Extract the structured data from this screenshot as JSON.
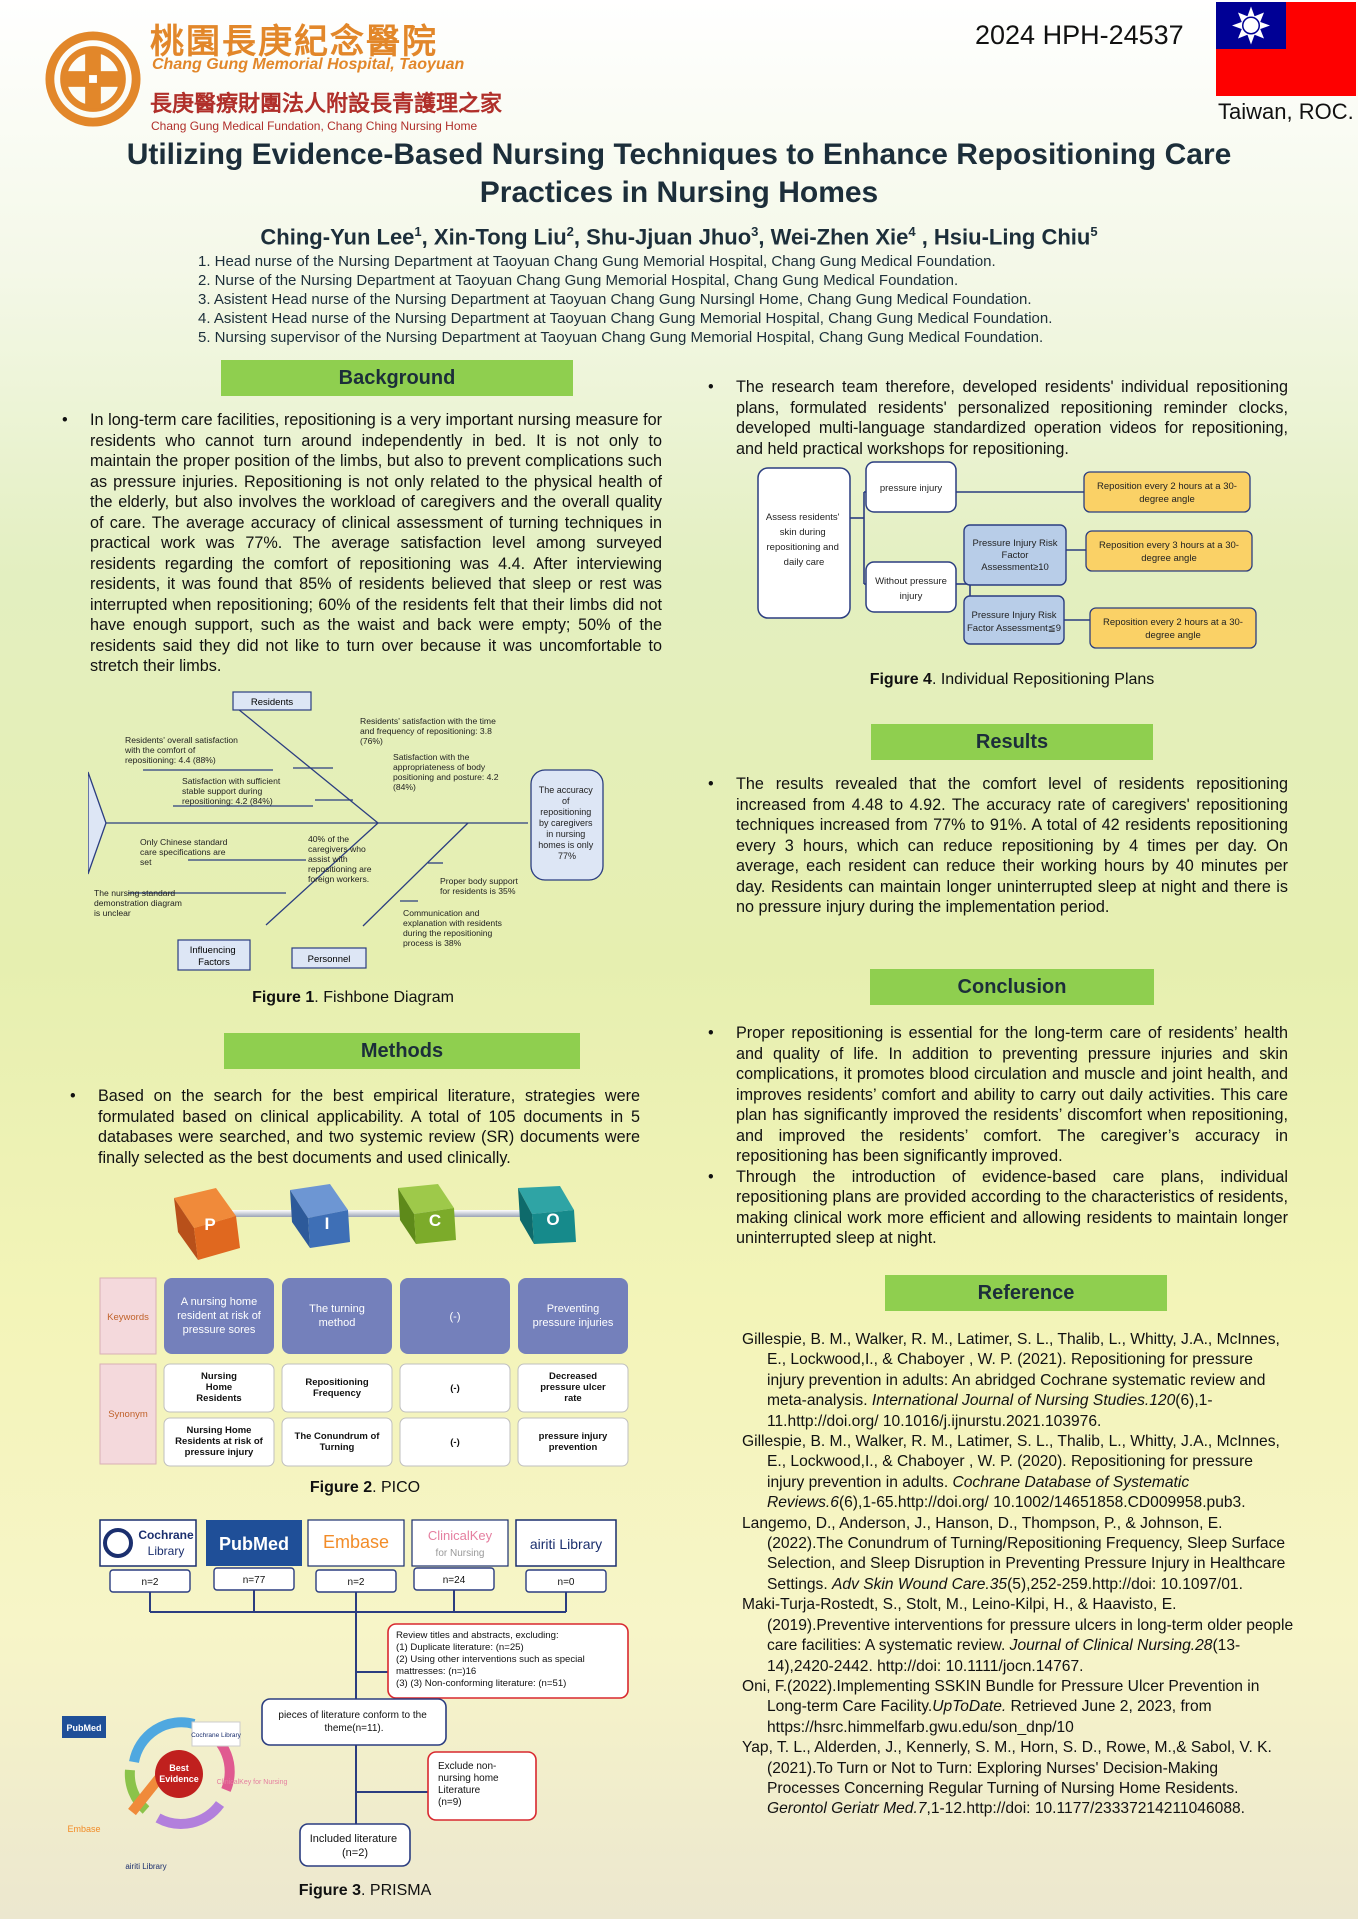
{
  "header": {
    "hospital_cn": "桃園長庚紀念醫院",
    "hospital_en": "Chang Gung Memorial Hospital, Taoyuan",
    "foundation_cn": "長庚醫療財團法人附設長青護理之家",
    "foundation_en": "Chang Gung Medical Fundation, Chang Ching Nursing Home",
    "conference_id": "2024 HPH-24537",
    "country": "Taiwan, ROC.",
    "flag_icon": "taiwan-flag-icon",
    "logo_icon": "chang-gung-logo-icon"
  },
  "title": "Utilizing Evidence-Based Nursing Techniques to Enhance Repositioning Care Practices in Nursing Homes",
  "authors": [
    {
      "name": "Ching-Yun Lee",
      "sup": "1"
    },
    {
      "name": "Xin-Tong Liu",
      "sup": "2"
    },
    {
      "name": "Shu-Jjuan Jhuo",
      "sup": "3"
    },
    {
      "name": "Wei-Zhen Xie",
      "sup": "4"
    },
    {
      "name": "Hsiu-Ling Chiu",
      "sup": "5"
    }
  ],
  "affiliations": [
    "1. Head nurse of the Nursing Department at Taoyuan Chang Gung Memorial Hospital, Chang Gung Medical Foundation.",
    "2. Nurse of the Nursing Department at Taoyuan Chang Gung Memorial Hospital, Chang Gung Medical Foundation.",
    "3. Asistent Head nurse of the Nursing Department at Taoyuan Chang Gung Nursingl Home, Chang Gung Medical Foundation.",
    "4. Asistent Head nurse of the Nursing Department at Taoyuan Chang Gung Memorial Hospital, Chang Gung Medical Foundation.",
    "5. Nursing supervisor of the Nursing Department at Taoyuan Chang Gung Memorial Hospital, Chang Gung Medical Foundation."
  ],
  "background": {
    "heading": "Background",
    "text": "In long-term care facilities, repositioning is a very important nursing measure for residents who cannot turn around independently in bed. It is not only to maintain the proper position of the limbs, but also to prevent complications such as pressure injuries. Repositioning is not only related to the physical health of the elderly, but also involves the workload of caregivers and the overall quality of care. The average accuracy of clinical assessment of turning techniques in practical work was 77%. The average satisfaction level among surveyed residents regarding the comfort of repositioning was 4.4. After interviewing residents, it was found that 85% of residents believed that sleep or rest was interrupted when repositioning; 60% of the residents felt that their limbs did not have enough support, such as the waist and back were empty; 50% of the residents said they did not like to turn over because it was uncomfortable to stretch their limbs."
  },
  "fishbone": {
    "caption_bold": "Figure 1",
    "caption_rest": ". Fishbone Diagram",
    "head": [
      "The accuracy",
      "of",
      "repositioning",
      "by caregivers",
      "in nursing",
      "homes is only",
      "77%"
    ],
    "boxes": {
      "residents": "Residents",
      "influencing": [
        "Influencing",
        "Factors"
      ],
      "personnel": "Personnel"
    },
    "labels": {
      "time": [
        "Residents' satisfaction with the time",
        "and frequency of repositioning: 3.8",
        "(76%)"
      ],
      "overall": [
        "Residents' overall satisfaction",
        "with the comfort of",
        "repositioning: 4.4 (88%)"
      ],
      "approp": [
        "Satisfaction with the",
        "appropriateness of body",
        "positioning and posture: 4.2",
        "(84%)"
      ],
      "support": [
        "Satisfaction with sufficient",
        "stable support during",
        "repositioning: 4.2 (84%)"
      ],
      "chinese": [
        "Only Chinese standard",
        "care specifications are",
        "set"
      ],
      "foreign": [
        "40% of the",
        "caregivers who",
        "assist with",
        "repositioning are",
        "foreign workers."
      ],
      "demo": [
        "The nursing standard",
        "demonstration diagram",
        "is unclear"
      ],
      "body": [
        "Proper body support",
        "for residents is 35%"
      ],
      "comm": [
        "Communication and",
        "explanation with residents",
        "during the repositioning",
        "process is 38%"
      ]
    }
  },
  "methods": {
    "heading": "Methods",
    "text": "Based on the search for the best empirical literature, strategies were formulated based on clinical applicability. A total of 105 documents in 5 databases were searched, and two systemic review (SR) documents were finally selected as the best documents and used clinically."
  },
  "pico": {
    "caption_bold": "Figure 2",
    "caption_rest": ". PICO",
    "letters": [
      "P",
      "I",
      "C",
      "O"
    ],
    "row_keywords": "Keywords",
    "row_synonym": "Synonym",
    "keywords": [
      [
        "A nursing home",
        "resident at risk of",
        "pressure sores"
      ],
      [
        "The turning",
        "method"
      ],
      [
        "(-)"
      ],
      [
        "Preventing",
        "pressure injuries"
      ]
    ],
    "synonyms_1": [
      [
        "Nursing",
        "Home",
        "Residents"
      ],
      [
        "Repositioning",
        "Frequency"
      ],
      [
        "(-)"
      ],
      [
        "Decreased",
        "pressure ulcer",
        "rate"
      ]
    ],
    "synonyms_2": [
      [
        "Nursing Home",
        "Residents at risk of",
        "pressure injury"
      ],
      [
        "The Conundrum of",
        "Turning"
      ],
      [
        "(-)"
      ],
      [
        "pressure injury",
        "prevention"
      ]
    ]
  },
  "prisma": {
    "caption_bold": "Figure 3",
    "caption_rest": ". PRISMA",
    "databases": [
      "Cochrane Library",
      "PubMed",
      "Embase",
      "ClinicalKey for Nursing",
      "airiti Library"
    ],
    "counts": [
      "n=2",
      "n=77",
      "n=2",
      "n=24",
      "n=0"
    ],
    "exclusion": [
      "Review titles and abstracts, excluding:",
      "(1)  Duplicate literature: (n=25)",
      "(2)  Using other interventions such as special",
      "       mattresses: (n=)16",
      "(3)  (3) Non-conforming literature: (n=51)"
    ],
    "conform": [
      "pieces of literature conform to the",
      "theme(n=11)."
    ],
    "exclude_nonnursing": [
      "Exclude non-",
      "nursing home",
      "Literature",
      "(n=9)"
    ],
    "included": [
      "Included literature",
      "(n=2)"
    ],
    "best_evidence": [
      "Best",
      "Evidence"
    ],
    "wheel_labels": [
      "PubMed",
      "Cochrane Library",
      "ClinicalKey for Nursing",
      "airiti Library",
      "Embase"
    ]
  },
  "research": {
    "text": "The research team therefore, developed residents' individual repositioning plans, formulated residents' personalized repositioning reminder clocks, developed multi-language standardized operation videos for repositioning, and held practical workshops for repositioning."
  },
  "plans": {
    "caption_bold": "Figure 4",
    "caption_rest": ". Individual Repositioning Plans",
    "assess": [
      "Assess residents'",
      "skin during",
      "repositioning and",
      "daily care"
    ],
    "pressure_injury": "pressure injury",
    "without": [
      "Without pressure",
      "injury"
    ],
    "risk_high": [
      "Pressure Injury Risk",
      "Factor",
      "Assessment≥10"
    ],
    "risk_low": [
      "Pressure Injury Risk",
      "Factor Assessment≦9"
    ],
    "rep_1": [
      "Reposition every 2 hours at a 30-",
      "degree angle"
    ],
    "rep_2": [
      "Reposition every 3 hours at a 30-",
      "degree angle"
    ],
    "rep_3": [
      "Reposition every 2 hours at a 30-",
      "degree angle"
    ]
  },
  "results": {
    "heading": "Results",
    "text": "The results revealed that the comfort level of residents repositioning increased from 4.48 to 4.92. The accuracy rate of caregivers' repositioning techniques increased from 77% to 91%. A total of 42 residents repositioning every 3 hours, which can reduce repositioning by 4 times per day. On average, each resident can reduce their working hours by 40 minutes per day. Residents can maintain longer uninterrupted sleep at night and there is no pressure injury during the implementation period."
  },
  "conclusion": {
    "heading": "Conclusion",
    "items": [
      "Proper repositioning is essential for the long-term care of residents’ health and quality of life. In addition to preventing pressure injuries and skin complications, it promotes blood circulation and muscle and joint health, and improves residents’ comfort and ability to carry out daily activities. This care plan has significantly improved the residents’ discomfort when repositioning, and improved the residents’ comfort. The caregiver’s accuracy in repositioning has been significantly improved.",
      "Through the introduction of evidence-based care plans, individual repositioning plans are provided according to the characteristics of residents, making clinical work more efficient and allowing residents to maintain longer uninterrupted sleep at night."
    ]
  },
  "reference": {
    "heading": "Reference",
    "items": [
      {
        "a": "Gillespie, B. M., Walker, R. M., Latimer, S. L., Thalib, L., Whitty, J.A., McInnes, E., Lockwood,I., & Chaboyer , W. P. (2021). Repositioning for pressure injury prevention in adults: An abridged Cochrane systematic review and meta-analysis. ",
        "i": "International Journal of Nursing Studies.120",
        "b": "(6),1-11.http://doi.org/ 10.1016/j.ijnurstu.2021.103976."
      },
      {
        "a": "Gillespie, B. M., Walker, R. M., Latimer, S. L., Thalib, L., Whitty, J.A., McInnes, E., Lockwood,I.,  & Chaboyer , W. P. (2020). Repositioning for pressure injury prevention in adults. ",
        "i": "Cochrane Database of Systematic Reviews.6",
        "b": "(6),1-65.http://doi.org/ 10.1002/14651858.CD009958.pub3."
      },
      {
        "a": "Langemo, D., Anderson, J., Hanson, D., Thompson, P., & Johnson, E.(2022).The Conundrum of Turning/Repositioning Frequency, Sleep Surface Selection, and Sleep Disruption in Preventing Pressure Injury in Healthcare Settings. ",
        "i": "Adv Skin Wound Care.35",
        "b": "(5),252-259.http://doi: 10.1097/01."
      },
      {
        "a": "Maki-Turja-Rostedt, S., Stolt, M., Leino-Kilpi, H., & Haavisto, E.(2019).Preventive interventions for pressure ulcers in long-term older people care facilities: A systematic review. ",
        "i": "Journal of Clinical Nursing.28",
        "b": "(13-14),2420-2442. http://doi: 10.1111/jocn.14767."
      },
      {
        "a": "Oni, F.(2022).Implementing SSKIN Bundle for Pressure Ulcer Prevention in Long-term Care Facility.",
        "i": "UpToDate.",
        "b": " Retrieved June 2, 2023, from https://hsrc.himmelfarb.gwu.edu/son_dnp/10"
      },
      {
        "a": "Yap, T. L., Alderden, J., Kennerly, S. M., Horn, S. D., Rowe, M.,& Sabol, V. K.(2021).To Turn or Not to Turn: Exploring Nurses' Decision-Making Processes Concerning Regular Turning of Nursing Home Residents. ",
        "i": "Gerontol Geriatr Med.7",
        "b": ",1-12.http://doi: 10.1177/23337214211046088."
      }
    ]
  },
  "colors": {
    "section_green": "#8fcf4f",
    "flag_red": "#fe0000",
    "flag_blue": "#000095",
    "orange": "#e2872a"
  }
}
